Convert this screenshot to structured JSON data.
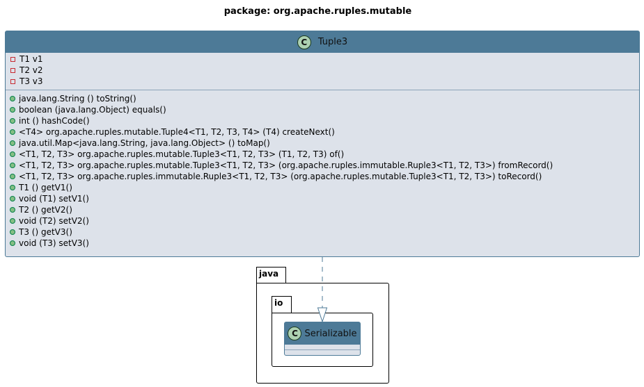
{
  "title": "package: org.apache.ruples.mutable",
  "main_class": {
    "stereotype_letter": "C",
    "name": "Tuple3",
    "attributes": [
      "T1 v1",
      "T2 v2",
      "T3 v3"
    ],
    "methods": [
      "java.lang.String () toString()",
      "boolean (java.lang.Object) equals()",
      "int () hashCode()",
      "<T4> org.apache.ruples.mutable.Tuple4<T1, T2, T3, T4> (T4) createNext()",
      "java.util.Map<java.lang.String, java.lang.Object> () toMap()",
      "<T1, T2, T3> org.apache.ruples.mutable.Tuple3<T1, T2, T3> (T1, T2, T3) of()",
      "<T1, T2, T3> org.apache.ruples.mutable.Tuple3<T1, T2, T3> (org.apache.ruples.immutable.Ruple3<T1, T2, T3>) fromRecord()",
      "<T1, T2, T3> org.apache.ruples.immutable.Ruple3<T1, T2, T3> (org.apache.ruples.mutable.Tuple3<T1, T2, T3>) toRecord()",
      "T1 () getV1()",
      "void (T1) setV1()",
      "T2 () getV2()",
      "void (T2) setV2()",
      "T3 () getV3()",
      "void (T3) setV3()"
    ]
  },
  "packages": {
    "outer": "java",
    "inner": "io"
  },
  "interface_class": {
    "stereotype_letter": "C",
    "name": "Serializable"
  },
  "colors": {
    "class_header": "#4d7a97",
    "class_body": "#dde2ea",
    "class_icon": "#add1b2",
    "private_marker": "#c82930",
    "public_marker": "#84be84"
  }
}
